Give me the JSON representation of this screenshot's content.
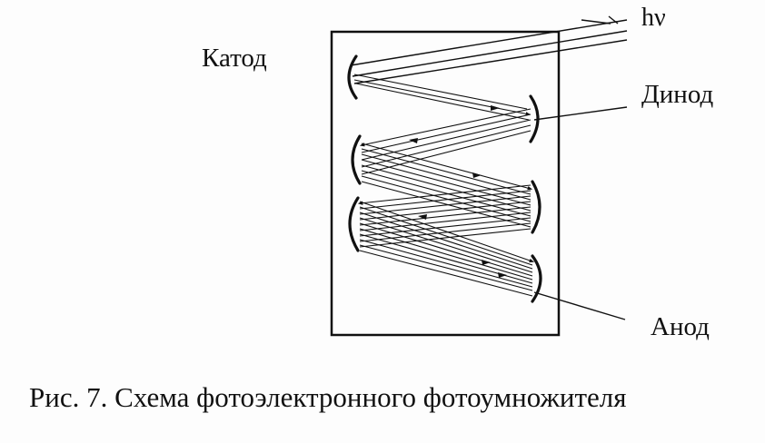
{
  "labels": {
    "cathode": "Катод",
    "photon": "hν",
    "dynode": "Динод",
    "anode": "Анод"
  },
  "caption": "Рис. 7. Схема фотоэлектронного фотоумножителя",
  "colors": {
    "ink": "#111111",
    "background": "#fdfdfd"
  }
}
